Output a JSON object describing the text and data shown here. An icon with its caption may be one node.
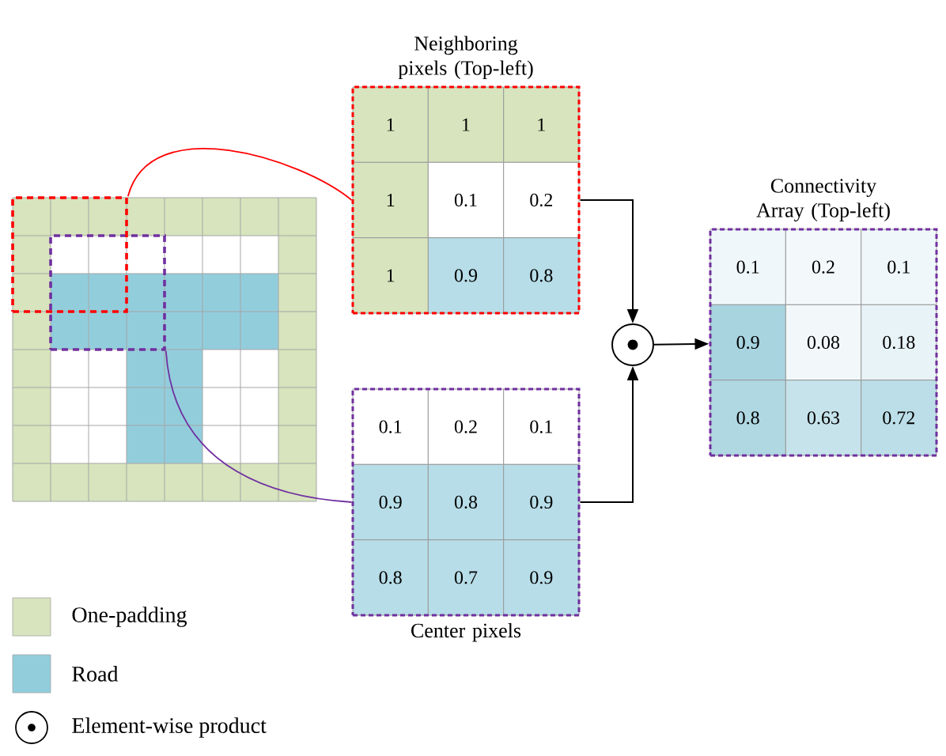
{
  "diagram": {
    "nodes": [
      {
        "text": [],
        "shape": "picture"
      },
      {
        "text": [],
        "shape": "box",
        "in": 0
      },
      {
        "text": [],
        "shape": "box",
        "in": 0
      },
      {
        "text": [
          "Neighboring pixels (Top-left)"
        ]
      },
      {
        "text": [
          "1"
        ],
        "in": 3
      },
      {
        "text": [
          "1"
        ],
        "in": 3
      },
      {
        "text": [
          "1"
        ],
        "in": 3
      },
      {
        "text": [
          "1"
        ],
        "in": 3
      },
      {
        "text": [
          "0.1"
        ],
        "in": 3
      },
      {
        "text": [
          "0.2"
        ],
        "in": 3
      },
      {
        "text": [
          "1"
        ],
        "in": 3
      },
      {
        "text": [
          "0.9"
        ],
        "in": 3
      },
      {
        "text": [
          "0.8"
        ],
        "in": 3
      },
      {
        "text": [
          "Center pixels"
        ]
      },
      {
        "text": [
          "0.1"
        ],
        "in": 13
      },
      {
        "text": [
          "0.2"
        ],
        "in": 13
      },
      {
        "text": [
          "0.1"
        ],
        "in": 13
      },
      {
        "text": [
          "0.9"
        ],
        "in": 13
      },
      {
        "text": [
          "0.8"
        ],
        "in": 13
      },
      {
        "text": [
          "0.9"
        ],
        "in": 13
      },
      {
        "text": [
          "0.8"
        ],
        "in": 13
      },
      {
        "text": [
          "0.7"
        ],
        "in": 13
      },
      {
        "text": [
          "0.9"
        ],
        "in": 13
      },
      {
        "text": [],
        "shape": "circle"
      },
      {
        "text": [
          "Connectivity Array (Top-left)"
        ]
      },
      {
        "text": [
          "0.1"
        ],
        "in": 24
      },
      {
        "text": [
          "0.2"
        ],
        "in": 24
      },
      {
        "text": [
          "0.1"
        ],
        "in": 24
      },
      {
        "text": [
          "0.9"
        ],
        "in": 24
      },
      {
        "text": [
          "0.08"
        ],
        "in": 24
      },
      {
        "text": [
          "0.18"
        ],
        "in": 24
      },
      {
        "text": [
          "0.8"
        ],
        "in": 24
      },
      {
        "text": [
          "0.63"
        ],
        "in": 24
      },
      {
        "text": [
          "0.72"
        ],
        "in": 24
      }
    ],
    "edges": [
      {
        "from": 1,
        "to": 3,
        "arrow": "none",
        "color": "#ff0000"
      },
      {
        "from": 2,
        "to": 13,
        "arrow": "none",
        "color": "#7030a0"
      },
      {
        "from": 3,
        "to": 23,
        "arrow": "to"
      },
      {
        "from": 13,
        "to": 23,
        "arrow": "to"
      },
      {
        "from": 23,
        "to": 24,
        "arrow": "to"
      }
    ],
    "legend": [
      {
        "text": "One-padding",
        "color": "#d7e4bd"
      },
      {
        "text": "Road",
        "color": "#92cddc"
      },
      {
        "text": "Element-wise product"
      }
    ]
  }
}
